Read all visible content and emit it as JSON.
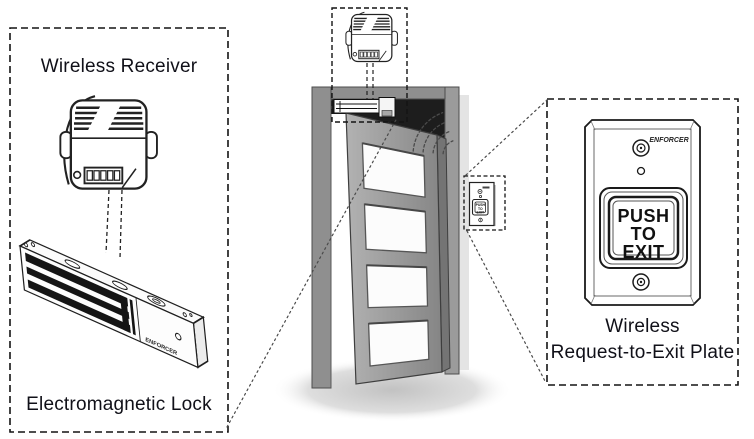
{
  "diagram": {
    "title_left": "Wireless Receiver",
    "caption_left": "Electromagnetic Lock",
    "caption_right_line1": "Wireless",
    "caption_right_line2": "Request-to-Exit Plate",
    "lock_brand": "ENFORCER",
    "plate_brand": "ENFORCER",
    "exit_button": {
      "line1": "PUSH",
      "line2": "TO",
      "line3": "EXIT"
    },
    "colors": {
      "outline": "#1f1f1f",
      "frame_gray": "#8f8f8f",
      "door_gray": "#9a9a9a",
      "leader_line": "#4a4a4a",
      "background": "#ffffff"
    }
  }
}
